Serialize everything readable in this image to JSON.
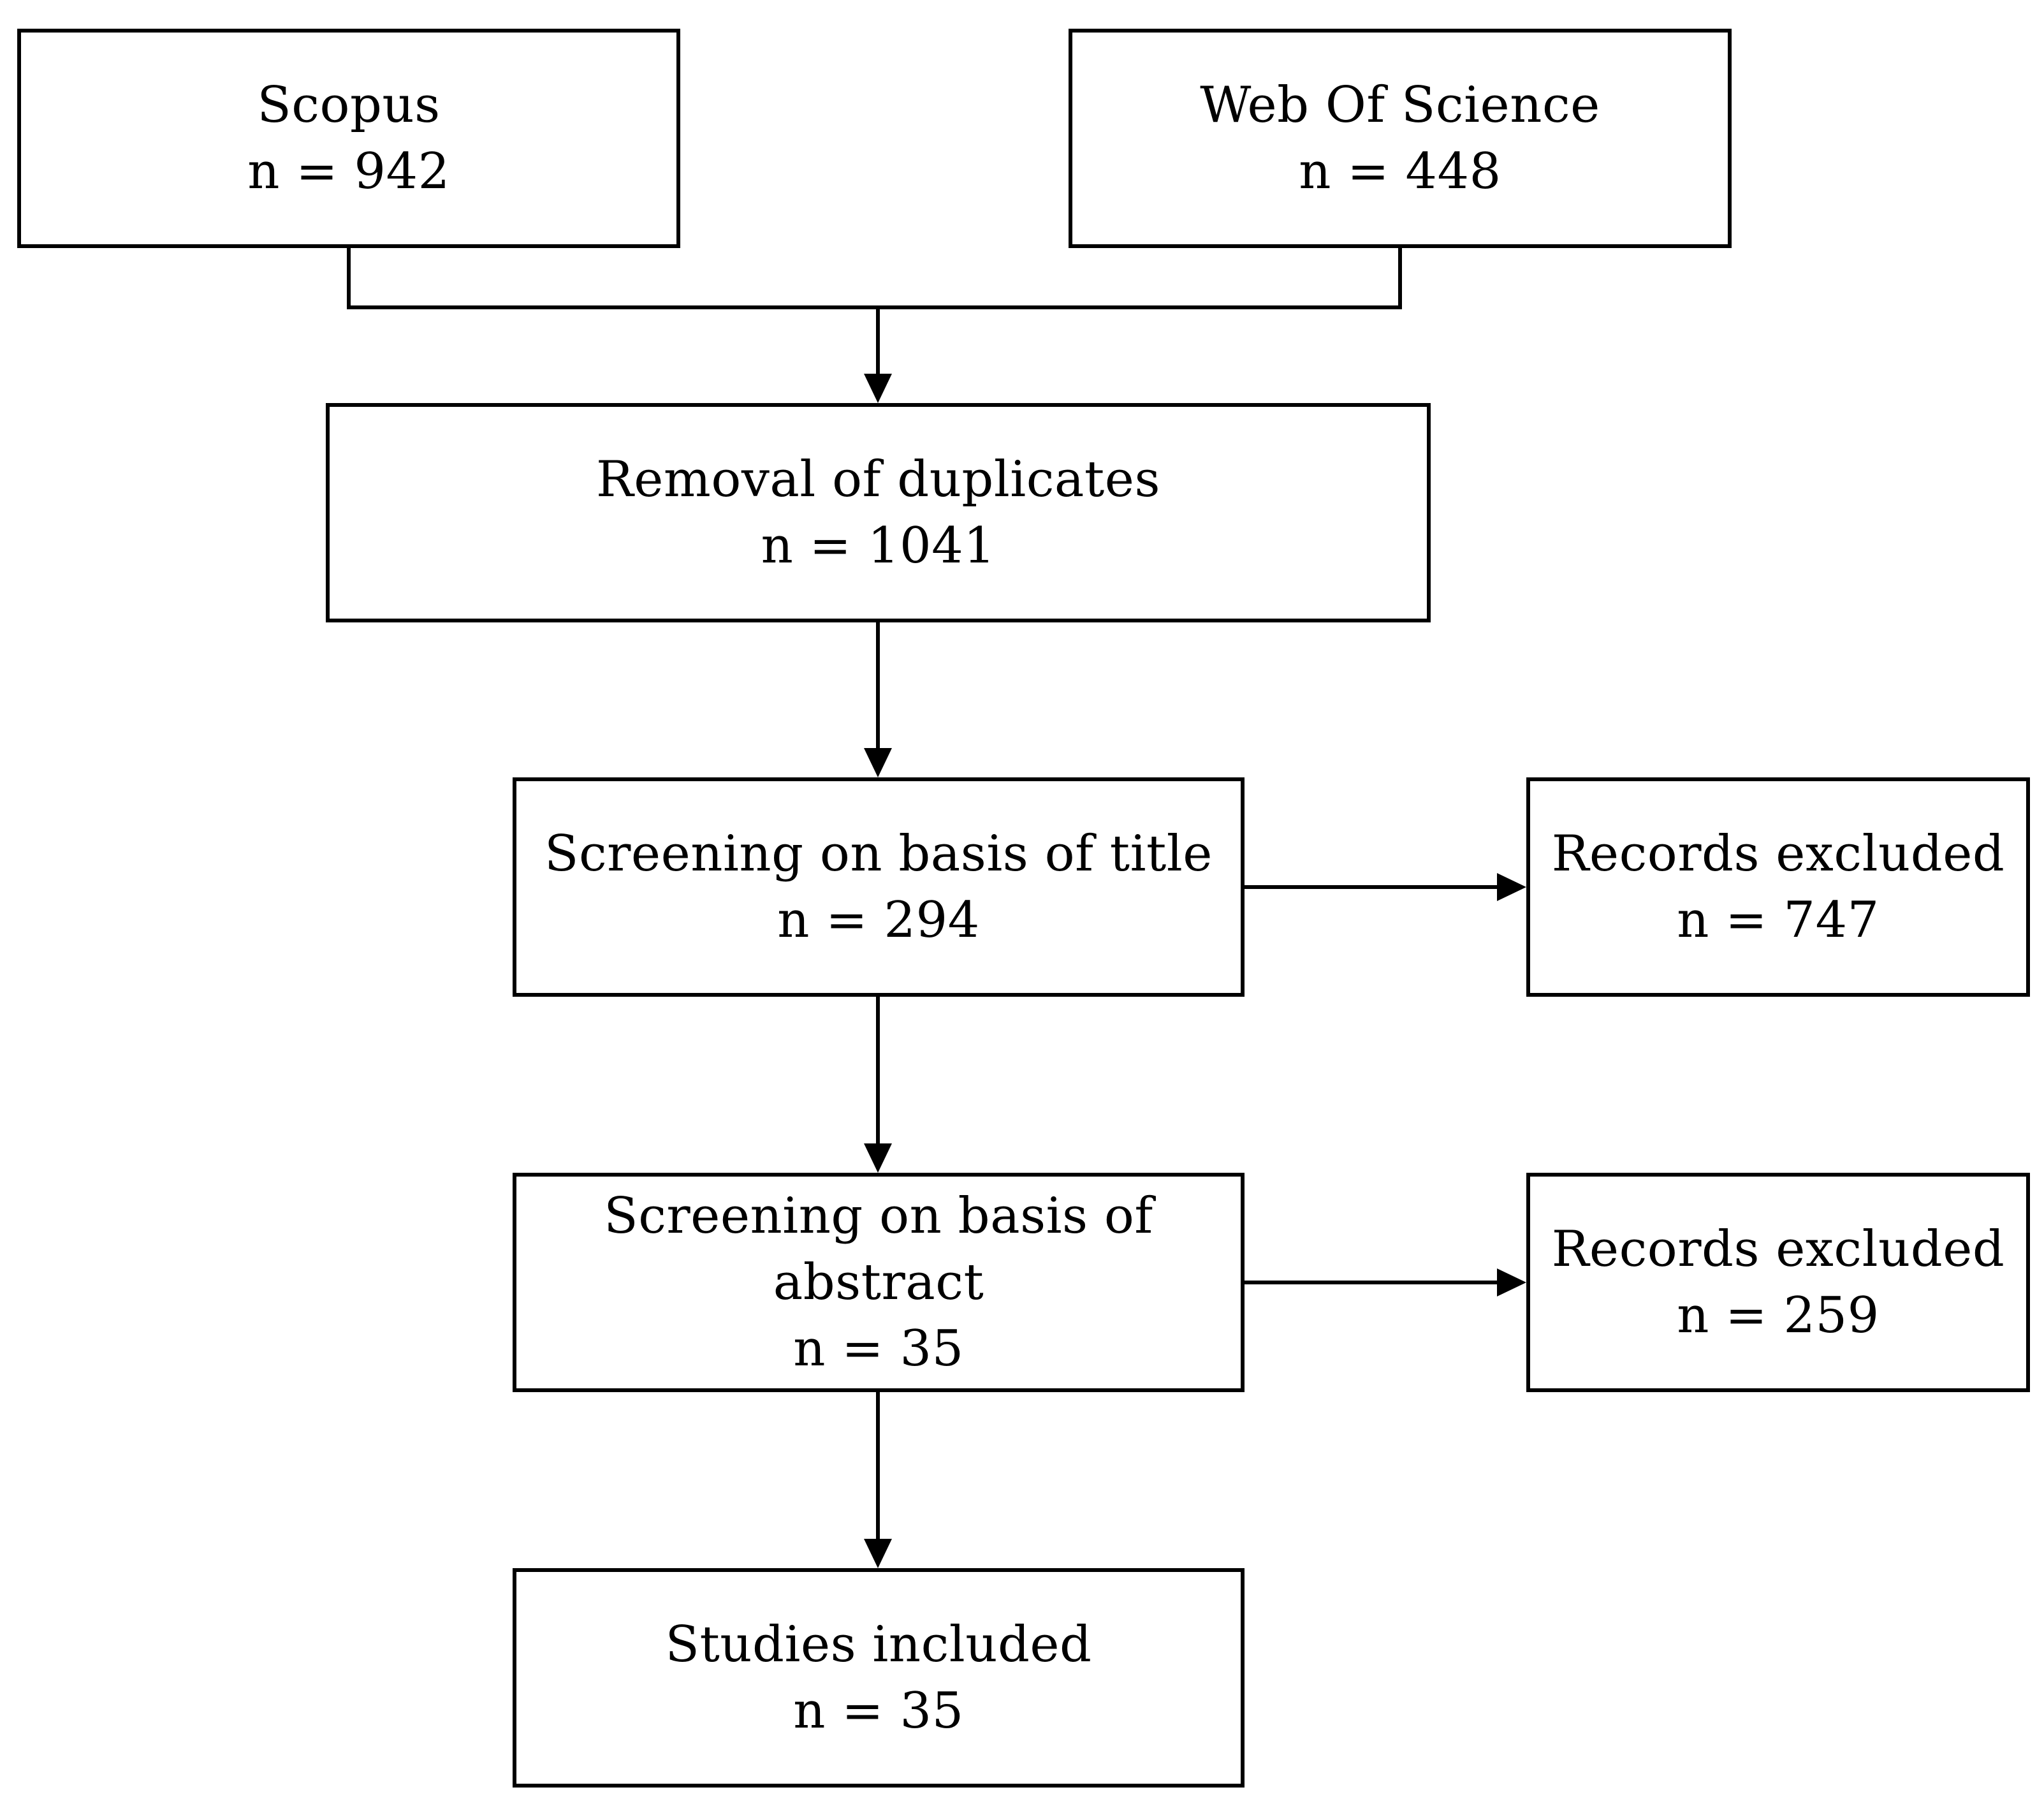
{
  "sources": {
    "scopus": {
      "label": "Scopus",
      "count": "n = 942"
    },
    "wos": {
      "label": "Web Of Science",
      "count": "n = 448"
    }
  },
  "steps": {
    "duplicates": {
      "label": "Removal of duplicates",
      "count": "n = 1041"
    },
    "title_screening": {
      "label": "Screening on basis of title",
      "count": "n = 294"
    },
    "abstract_screening": {
      "label_line1": "Screening on basis of",
      "label_line2": "abstract",
      "count": "n = 35"
    },
    "included": {
      "label": "Studies included",
      "count": "n = 35"
    }
  },
  "exclusions": {
    "after_title": {
      "label": "Records excluded",
      "count": "n = 747"
    },
    "after_abstract": {
      "label": "Records excluded",
      "count": "n = 259"
    }
  }
}
